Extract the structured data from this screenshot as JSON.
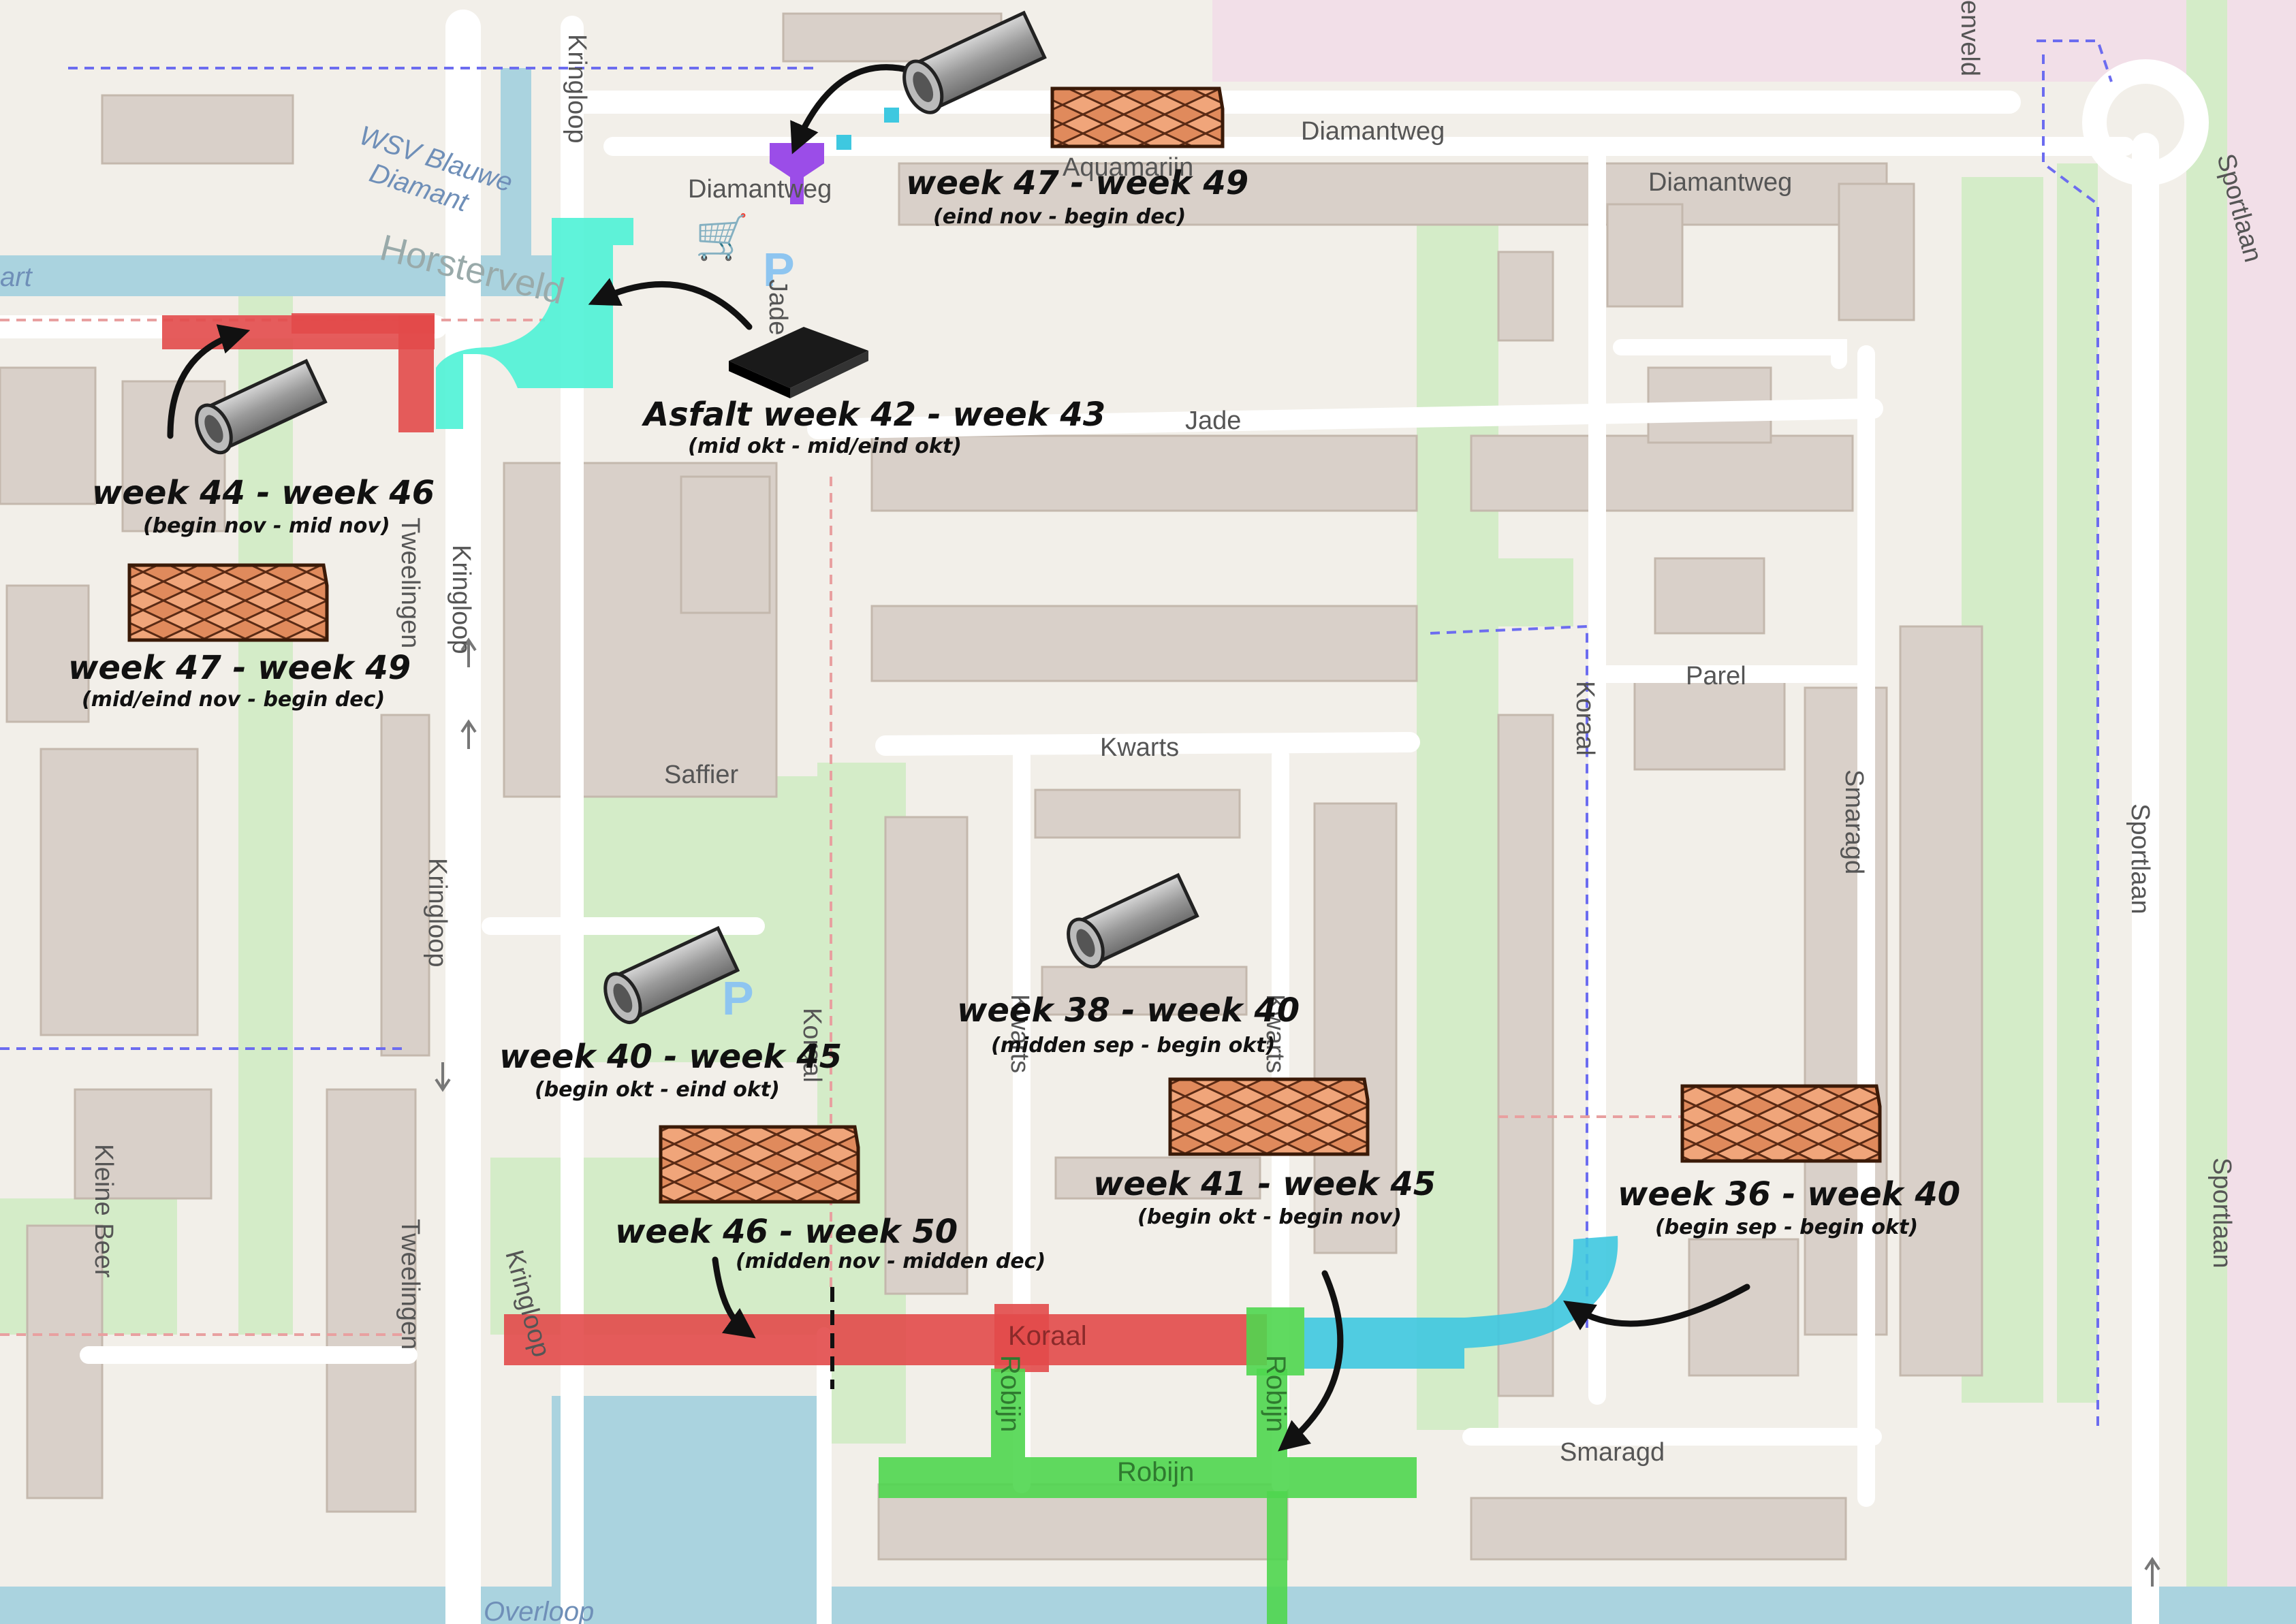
{
  "streets": {
    "kringloop": "Kringloop",
    "diamantweg": "Diamantweg",
    "aquamarijn": "Aquamarijn",
    "jade": "Jade",
    "kwarts": "Kwarts",
    "saffier": "Saffier",
    "parel": "Parel",
    "koraal": "Koraal",
    "smaragd": "Smaragd",
    "sportlaan": "Sportlaan",
    "tweelingen": "Tweelingen",
    "robijn": "Robijn",
    "kleine_beer": "Kleine Beer",
    "horsterveld": "Horsterveld",
    "horsterveld_partial": "enveld",
    "wsv_line1": "WSV Blauwe",
    "wsv_line2": "Diamant",
    "overloop": "Overloop",
    "vaart_partial": "art"
  },
  "phases": [
    {
      "title": "week 47 - week 49",
      "subtitle": "(eind nov  - begin dec)",
      "type": "pipe+paving"
    },
    {
      "title": "Asfalt week 42 - week 43",
      "subtitle": "(mid okt - mid/eind okt)",
      "type": "asphalt"
    },
    {
      "title": "week 44 - week 46",
      "subtitle": "(begin nov - mid nov)",
      "type": "pipe"
    },
    {
      "title": "week 47 - week 49",
      "subtitle": "(mid/eind nov - begin dec)",
      "type": "paving"
    },
    {
      "title": "week 40 - week 45",
      "subtitle": "(begin okt  - eind okt)",
      "type": "pipe"
    },
    {
      "title": "week 38 - week 40",
      "subtitle": "(midden sep - begin okt)",
      "type": "pipe"
    },
    {
      "title": "week 41 - week 45",
      "subtitle": "(begin okt  - begin nov)",
      "type": "paving"
    },
    {
      "title": "week 46 - week 50",
      "subtitle": "(midden nov  - midden dec)",
      "type": "paving"
    },
    {
      "title": "week 36 - week 40",
      "subtitle": "(begin sep - begin okt)",
      "type": "paving"
    }
  ],
  "zone_colors": {
    "red": "#e24a4a",
    "green": "#4fd64f",
    "cyan": "#3ec8e0",
    "teal": "#4ef2d6",
    "purple": "#9b4de8"
  }
}
